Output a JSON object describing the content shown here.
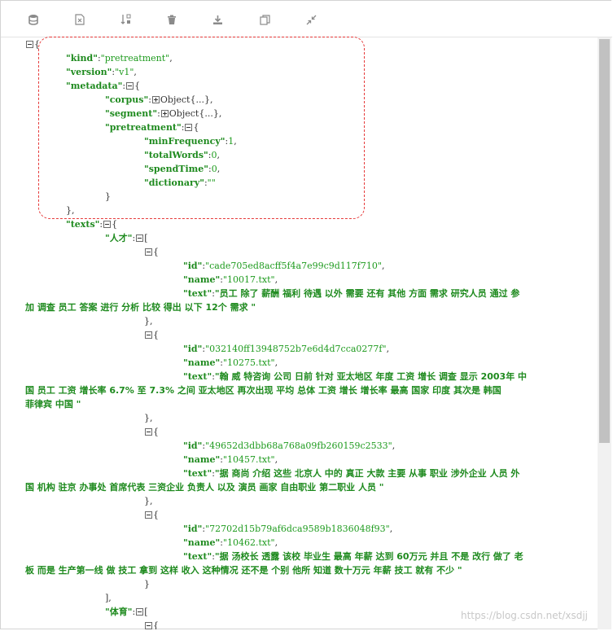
{
  "toolbar": {
    "icons": [
      "database-icon",
      "export-file-icon",
      "sort-icon",
      "delete-icon",
      "download-icon",
      "copy-icon",
      "collapse-icon"
    ]
  },
  "json": {
    "open": "{",
    "kind_key": "\"kind\"",
    "kind_val": "\"pretreatment\"",
    "version_key": "\"version\"",
    "version_val": "\"v1\"",
    "metadata_key": "\"metadata\"",
    "corpus_key": "\"corpus\"",
    "segment_key": "\"segment\"",
    "collapsed_obj": "Object{...}",
    "pretreatment_key": "\"pretreatment\"",
    "minFrequency_key": "\"minFrequency\"",
    "minFrequency_val": "1",
    "totalWords_key": "\"totalWords\"",
    "totalWords_val": "0",
    "spendTime_key": "\"spendTime\"",
    "spendTime_val": "0",
    "dictionary_key": "\"dictionary\"",
    "dictionary_val": "\"\"",
    "texts_key": "\"texts\"",
    "rencai_key": "\"人才\"",
    "tiyu_key": "\"体育\"",
    "id_key": "\"id\"",
    "name_key": "\"name\"",
    "text_key": "\"text\"",
    "items": [
      {
        "id": "\"cade705ed8acff5f4a7e99c9d117f710\"",
        "name": "\"10017.txt\"",
        "text1": "\"员工 除了 薪酬 福利 待遇 以外 需要 还有 其他 方面 需求 研究人员 通过 参",
        "text2": "加 调查 员工 答案 进行 分析 比较 得出 以下 12个 需求 \""
      },
      {
        "id": "\"032140ff13948752b7e6d4d7cca0277f\"",
        "name": "\"10275.txt\"",
        "text1": "\"翰 威 特咨询 公司 日前 针对 亚太地区 年度 工资 增长 调查 显示 2003年 中",
        "text2": "国 员工 工资 增长率 6.7% 至 7.3% 之间 亚太地区 再次出现 平均 总体 工资 增长 增长率 最高 国家 印度 其次是 韩国",
        "text3": "菲律宾 中国 \""
      },
      {
        "id": "\"49652d3dbb68a768a09fb260159c2533\"",
        "name": "\"10457.txt\"",
        "text1": "\"据 商尚 介绍 这些 北京人 中的 真正 大款 主要 从事 职业 涉外企业 人员 外",
        "text2": "国 机构 驻京 办事处 首席代表 三资企业 负责人 以及 演员 画家 自由职业 第二职业 人员 \""
      },
      {
        "id": "\"72702d15b79af6dca9589b1836048f93\"",
        "name": "\"10462.txt\"",
        "text1": "\"据 汤校长 透露 该校 毕业生 最高 年薪 达到 60万元 并且 不是 改行 做了 老",
        "text2": "板 而是 生产第一线 做 技工 拿到 这样 收入 这种情况 还不是 个别 他所 知道 数十万元 年薪 技工 就有 不少 \""
      }
    ]
  },
  "watermark": "https://blog.csdn.net/xsdjj"
}
